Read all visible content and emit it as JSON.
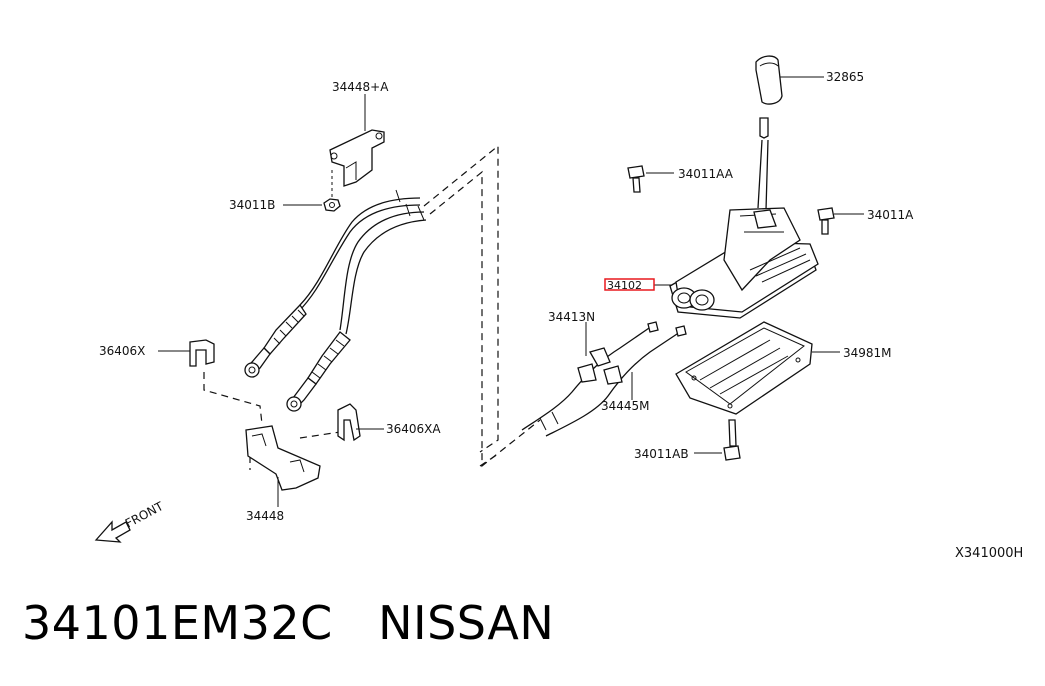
{
  "labels": {
    "p34448a": "34448+A",
    "p34011b": "34011B",
    "p36406x": "36406X",
    "p36406xa": "36406XA",
    "p34448": "34448",
    "p32865": "32865",
    "p34011aa": "34011AA",
    "p34011a": "34011A",
    "p34102": "34102",
    "p34413n": "34413N",
    "p34981m": "34981M",
    "p34445m": "34445M",
    "p34011ab": "34011AB",
    "front": "FRONT",
    "diagram_code": "X341000H"
  },
  "caption": {
    "part_number": "34101EM32C",
    "brand": "NISSAN"
  },
  "colors": {
    "highlight": "#e8191e",
    "line": "#111111"
  }
}
